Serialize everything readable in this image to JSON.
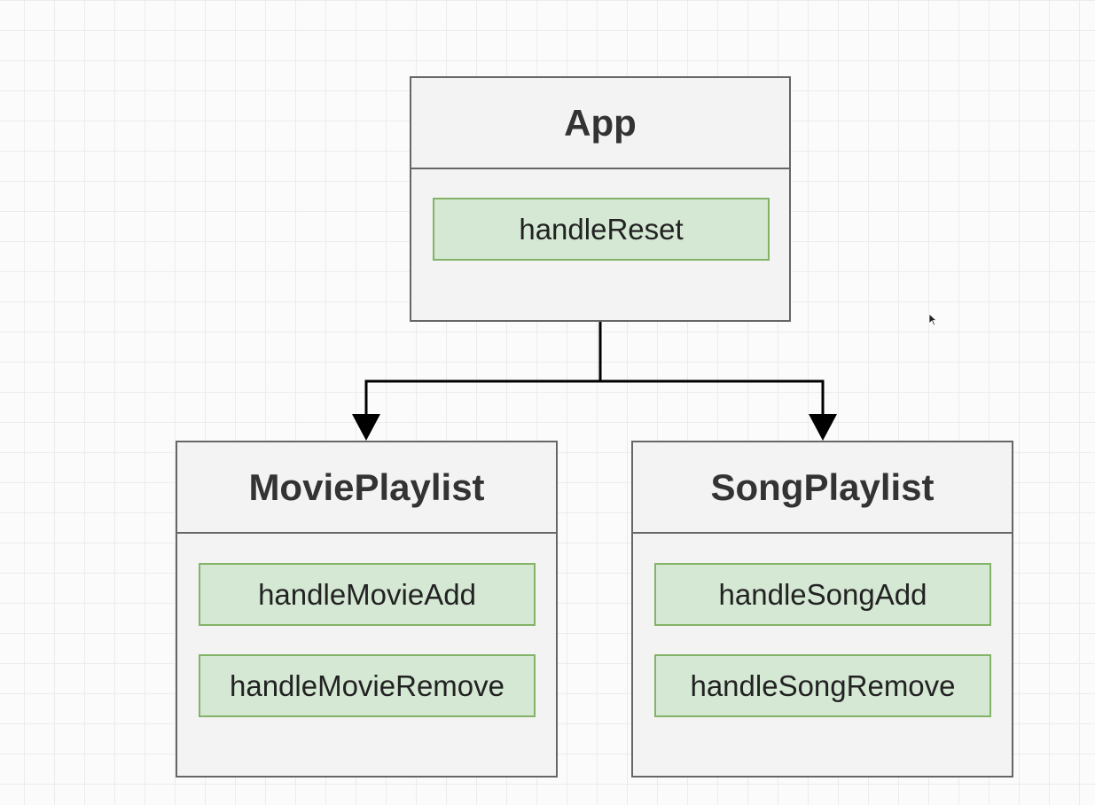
{
  "diagram": {
    "app": {
      "title": "App",
      "methods": [
        "handleReset"
      ]
    },
    "movie_playlist": {
      "title": "MoviePlaylist",
      "methods": [
        "handleMovieAdd",
        "handleMovieRemove"
      ]
    },
    "song_playlist": {
      "title": "SongPlaylist",
      "methods": [
        "handleSongAdd",
        "handleSongRemove"
      ]
    },
    "edges": [
      {
        "from": "App",
        "to": "MoviePlaylist"
      },
      {
        "from": "App",
        "to": "SongPlaylist"
      }
    ]
  },
  "colors": {
    "node_fill": "#f3f3f3",
    "node_border": "#666666",
    "method_fill": "#d5e8d4",
    "method_border": "#82b366",
    "edge": "#000000"
  }
}
